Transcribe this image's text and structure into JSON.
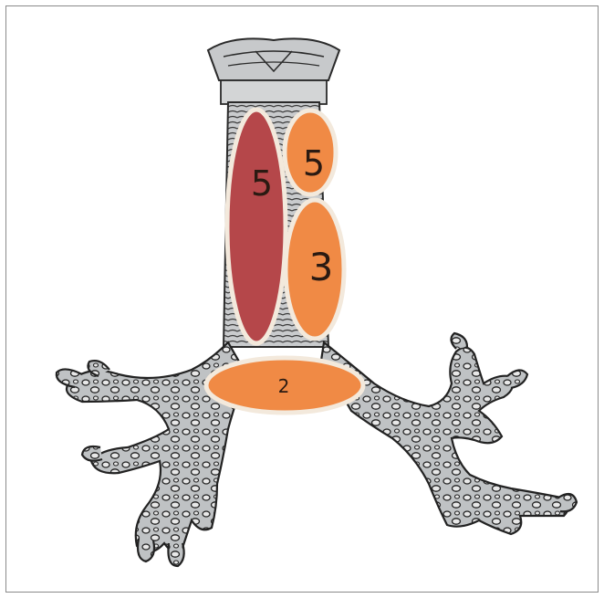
{
  "figure": {
    "regions": [
      {
        "id": "left-trachea",
        "label": "5",
        "color": "#b5474a"
      },
      {
        "id": "upper-right",
        "label": "5",
        "color": "#f08a45"
      },
      {
        "id": "lower-right",
        "label": "3",
        "color": "#f08a45"
      },
      {
        "id": "carina",
        "label": "2",
        "color": "#f08a45"
      }
    ],
    "colors": {
      "airway_fill": "#b9bcbf",
      "airway_stroke": "#2a2a2a",
      "region_outline": "#f3e9dc"
    }
  }
}
